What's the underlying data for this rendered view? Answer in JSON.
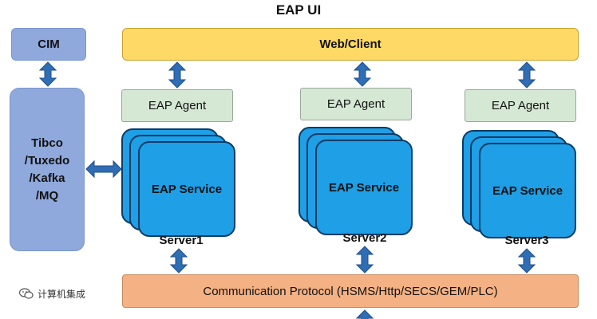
{
  "title": "EAP UI",
  "cim": "CIM",
  "middleware": [
    "Tibco",
    "/Tuxedo",
    "/Kafka",
    "/MQ"
  ],
  "web_client": "Web/Client",
  "agents": [
    "EAP Agent",
    "EAP Agent",
    "EAP Agent"
  ],
  "services": [
    "EAP Service",
    "EAP Service",
    "EAP Service"
  ],
  "servers": [
    "Server1",
    "Server2",
    "Server3"
  ],
  "communication": "Communication Protocol (HSMS/Http/SECS/GEM/PLC)",
  "watermark": "计算机集成",
  "colors": {
    "web_client": "#ffd966",
    "agent": "#d5e8d4",
    "service": "#1e9fe6",
    "cim": "#8fa9dc",
    "communication": "#f4b183",
    "arrow": "#2f6db5"
  }
}
